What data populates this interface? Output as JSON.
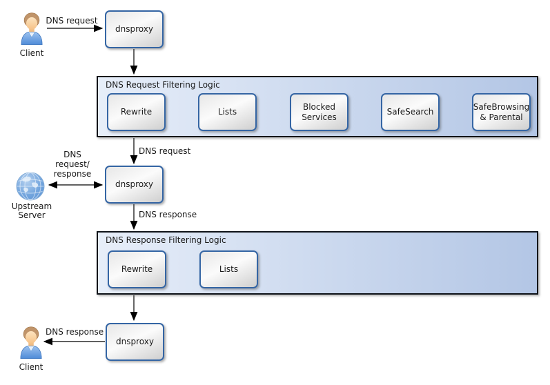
{
  "nodes": {
    "client_top": {
      "label": "Client"
    },
    "dnsproxy_top": {
      "label": "dnsproxy"
    },
    "dnsproxy_mid": {
      "label": "dnsproxy"
    },
    "dnsproxy_bot": {
      "label": "dnsproxy"
    },
    "upstream": {
      "label": "Upstream Server"
    },
    "client_bottom": {
      "label": "Client"
    }
  },
  "containers": {
    "request": {
      "title": "DNS Request Filtering Logic",
      "boxes": [
        {
          "label": "Rewrite"
        },
        {
          "label": "Lists"
        },
        {
          "label": "Blocked Services"
        },
        {
          "label": "SafeSearch"
        },
        {
          "label": "SafeBrowsing & Parental"
        }
      ]
    },
    "response": {
      "title": "DNS Response Filtering Logic",
      "boxes": [
        {
          "label": "Rewrite"
        },
        {
          "label": "Lists"
        }
      ]
    }
  },
  "edges": {
    "client_request": {
      "label": "DNS request"
    },
    "filtered_request": {
      "label": "DNS request"
    },
    "upstream_exchange": {
      "label": "DNS request/ response"
    },
    "proxy_response": {
      "label": "DNS response"
    },
    "client_response": {
      "label": "DNS response"
    }
  },
  "icons": {
    "client": "person-icon",
    "upstream_server": "globe-icon"
  },
  "colors": {
    "box_border": "#3465a4",
    "container_start": "#e7eef9",
    "container_end": "#b3c6e5",
    "arrow": "#000000"
  }
}
